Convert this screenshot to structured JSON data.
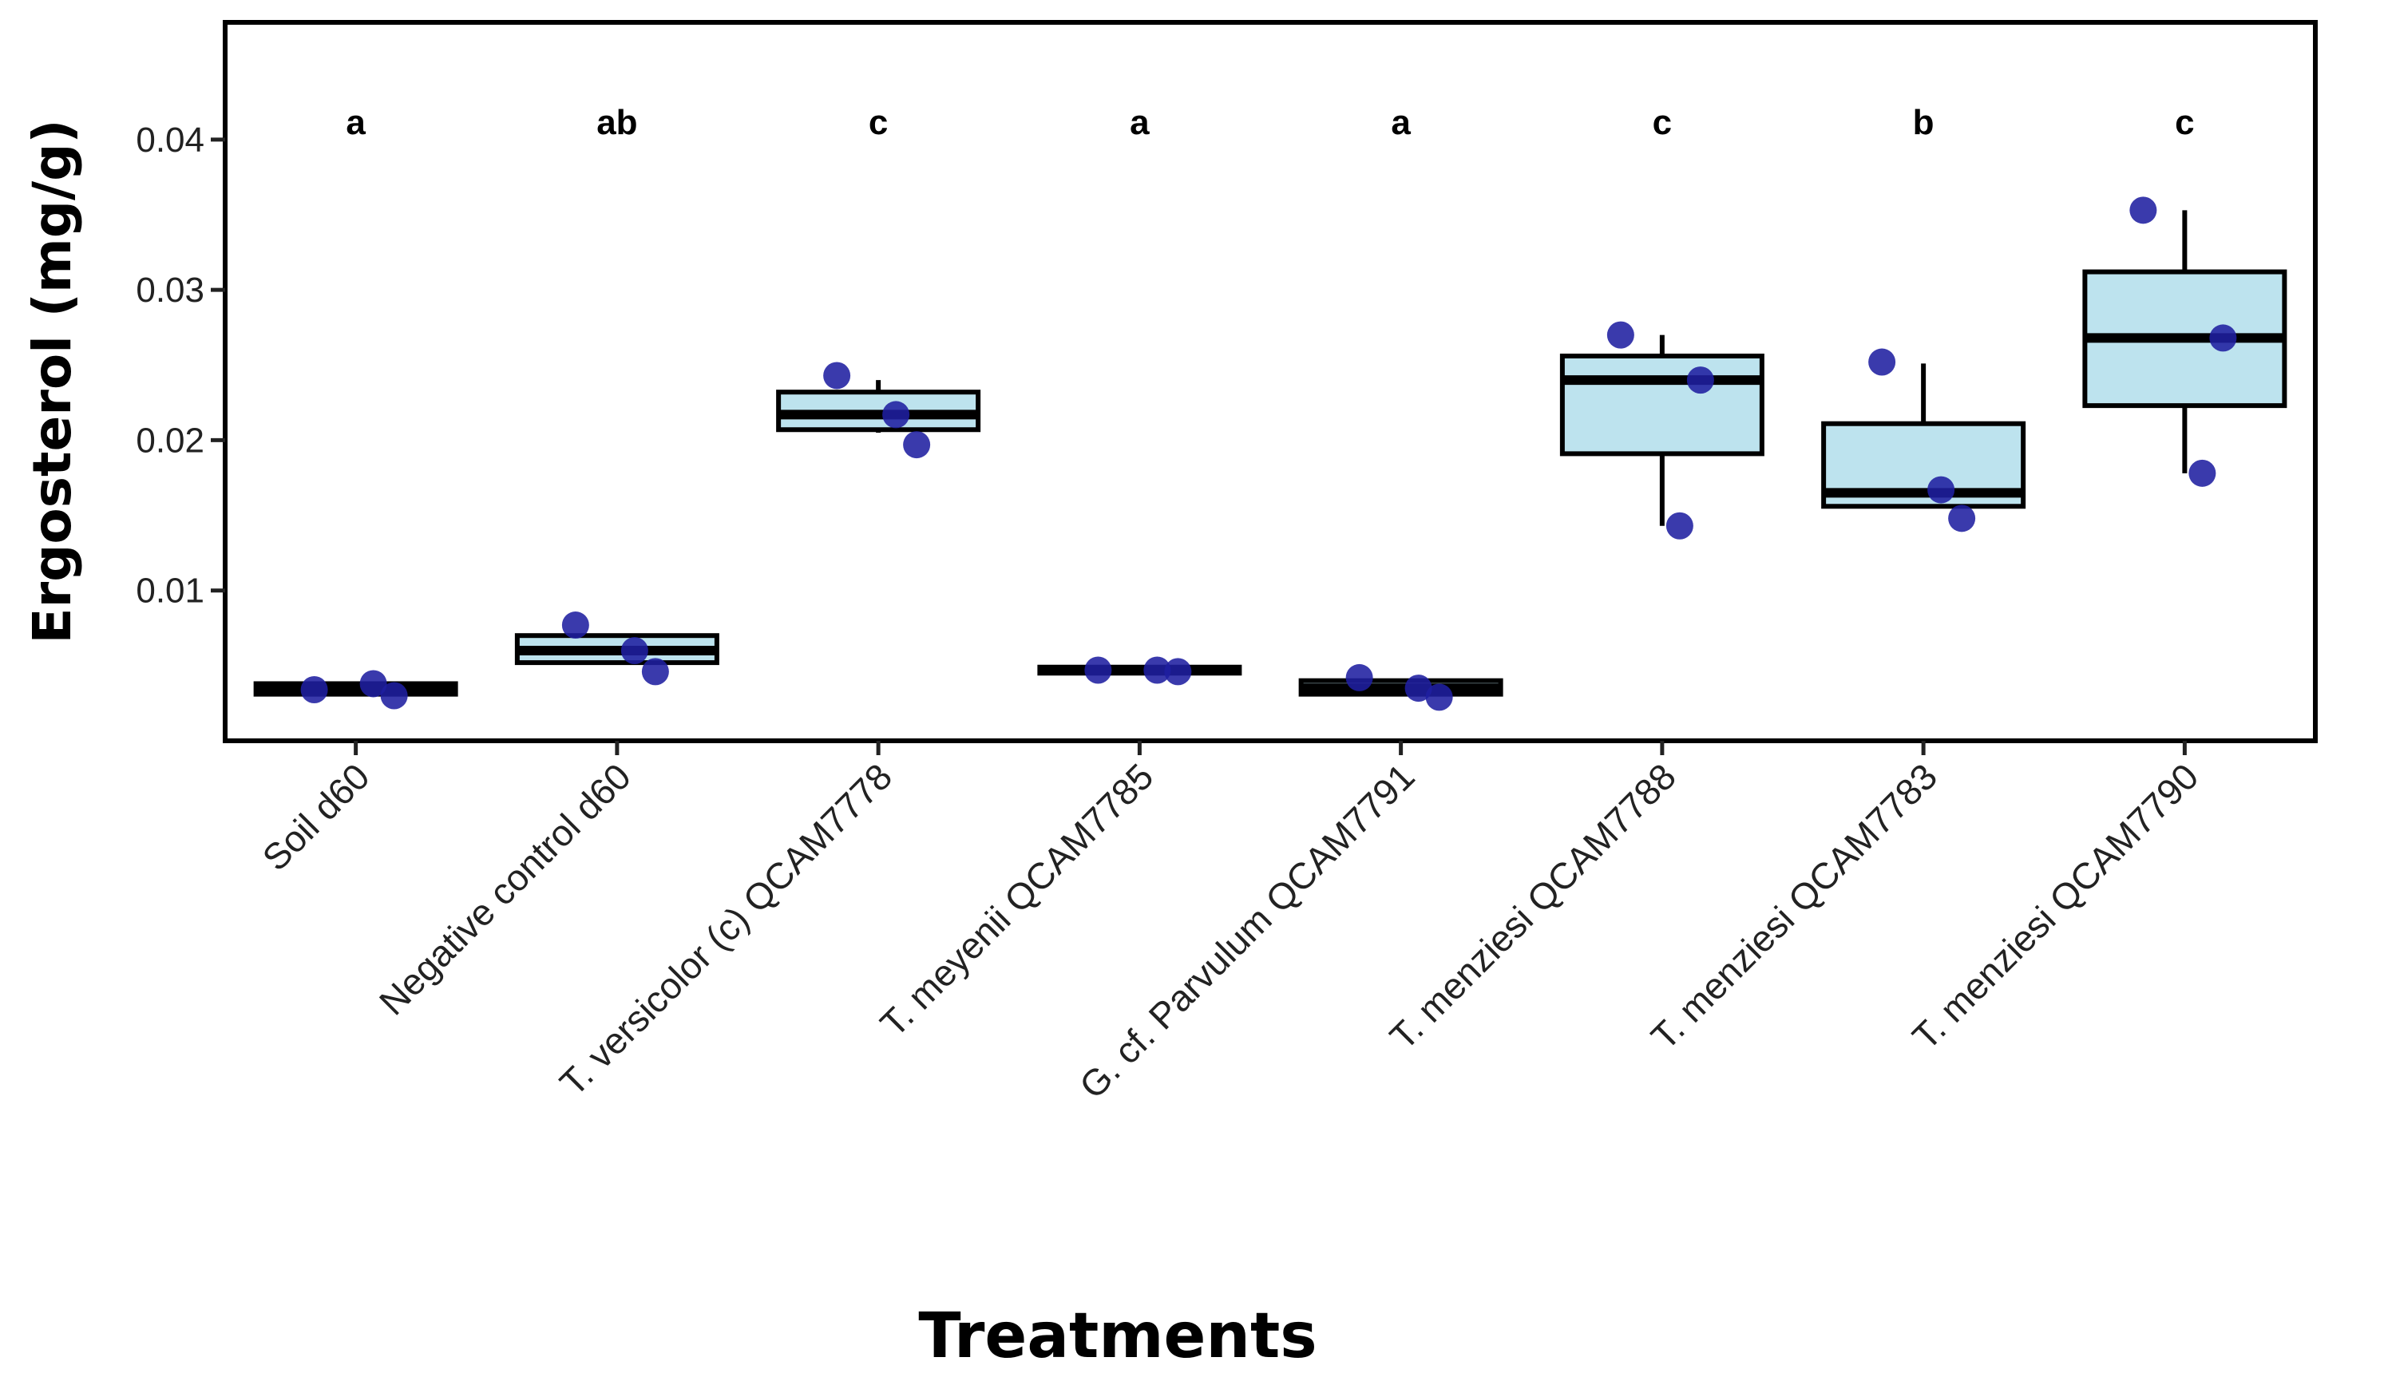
{
  "chart_data": {
    "type": "box",
    "title": "",
    "xlabel": "Treatments",
    "ylabel": "Ergosterol (mg/g)",
    "ylim": [
      0.0,
      0.0478
    ],
    "yticks": [
      0.01,
      0.02,
      0.03,
      0.04
    ],
    "ytick_labels": [
      "0.01",
      "0.02",
      "0.03",
      "0.04"
    ],
    "grid": false,
    "legend": "none",
    "box_fill": "#bde3ee",
    "point_color": "#1f1fa0",
    "categories": [
      "Soil d60",
      "Negative control d60",
      "T. versicolor (c) QCAM7778",
      "T. meyenii QCAM7785",
      "G. cf. Parvulum QCAM7791",
      "T. menziesi QCAM7788",
      "T. menziesi QCAM7783",
      "T. menziesi QCAM7790"
    ],
    "significance_letters": [
      "a",
      "ab",
      "c",
      "a",
      "a",
      "c",
      "b",
      "c"
    ],
    "boxes": [
      {
        "whisker_low": 0.0031,
        "q1": 0.0031,
        "median": 0.0034,
        "q3": 0.0038,
        "whisker_high": 0.0038
      },
      {
        "whisker_low": 0.0052,
        "q1": 0.0052,
        "median": 0.006,
        "q3": 0.007,
        "whisker_high": 0.007
      },
      {
        "whisker_low": 0.0205,
        "q1": 0.0207,
        "median": 0.0217,
        "q3": 0.0232,
        "whisker_high": 0.024
      },
      {
        "whisker_low": 0.0045,
        "q1": 0.0045,
        "median": 0.0047,
        "q3": 0.0049,
        "whisker_high": 0.0049
      },
      {
        "whisker_low": 0.0031,
        "q1": 0.0031,
        "median": 0.0035,
        "q3": 0.004,
        "whisker_high": 0.004
      },
      {
        "whisker_low": 0.0143,
        "q1": 0.0191,
        "median": 0.024,
        "q3": 0.0256,
        "whisker_high": 0.027
      },
      {
        "whisker_low": 0.0156,
        "q1": 0.0156,
        "median": 0.0165,
        "q3": 0.0211,
        "whisker_high": 0.0251
      },
      {
        "whisker_low": 0.0178,
        "q1": 0.0223,
        "median": 0.0268,
        "q3": 0.0312,
        "whisker_high": 0.0353
      }
    ],
    "points": [
      [
        0.0034,
        0.003,
        0.0038
      ],
      [
        0.0077,
        0.0046,
        0.006
      ],
      [
        0.0243,
        0.0197,
        0.0217
      ],
      [
        0.0047,
        0.0046,
        0.0047
      ],
      [
        0.0042,
        0.0029,
        0.0035
      ],
      [
        0.027,
        0.024,
        0.0143
      ],
      [
        0.0252,
        0.0148,
        0.0167
      ],
      [
        0.0353,
        0.0268,
        0.0178
      ]
    ]
  }
}
